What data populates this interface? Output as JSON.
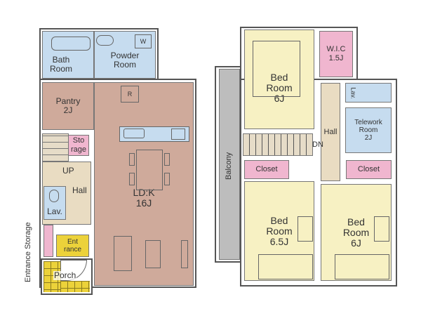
{
  "floor1": {
    "bath_room": "Bath\nRoom",
    "powder_room": "Powder\nRoom",
    "washer_mark": "W",
    "fridge_mark": "R",
    "pantry": "Pantry\n2J",
    "storage": "Sto\nrage",
    "stairs_up": "UP",
    "hall": "Hall",
    "lavatory": "Lav.",
    "ldk": "LD:K\n16J",
    "entrance": "Ent\nrance",
    "porch": "Porch",
    "entrance_storage": "Entrance Storage"
  },
  "floor2": {
    "bedroom_main": "Bed\nRoom\n6J",
    "wic": "W.I.C\n1.5J",
    "lavatory": "Lav.",
    "telework": "Telework\nRoom\n2J",
    "hall": "Hall",
    "stairs_down": "DN",
    "closet_left": "Closet",
    "closet_right": "Closet",
    "bedroom_left": "Bed\nRoom\n6.5J",
    "bedroom_right": "Bed\nRoom\n6J",
    "balcony": "Balcony"
  }
}
